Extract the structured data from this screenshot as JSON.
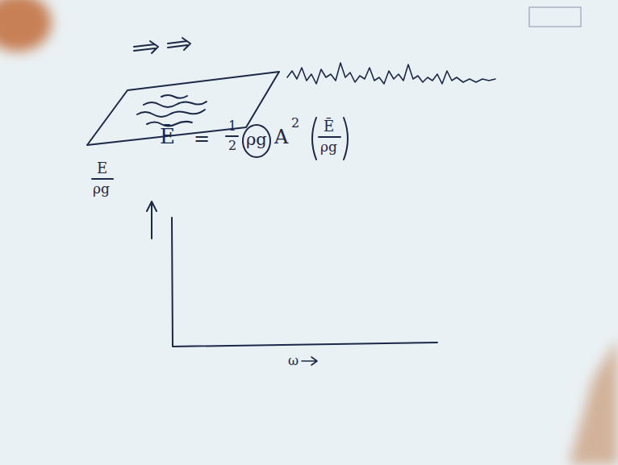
{
  "diagram": {
    "labels": [
      "Ē",
      "=",
      "1",
      "2",
      "ρg",
      "A",
      "2",
      "Ē",
      "ρg",
      "E",
      "ρg",
      "ω"
    ]
  }
}
